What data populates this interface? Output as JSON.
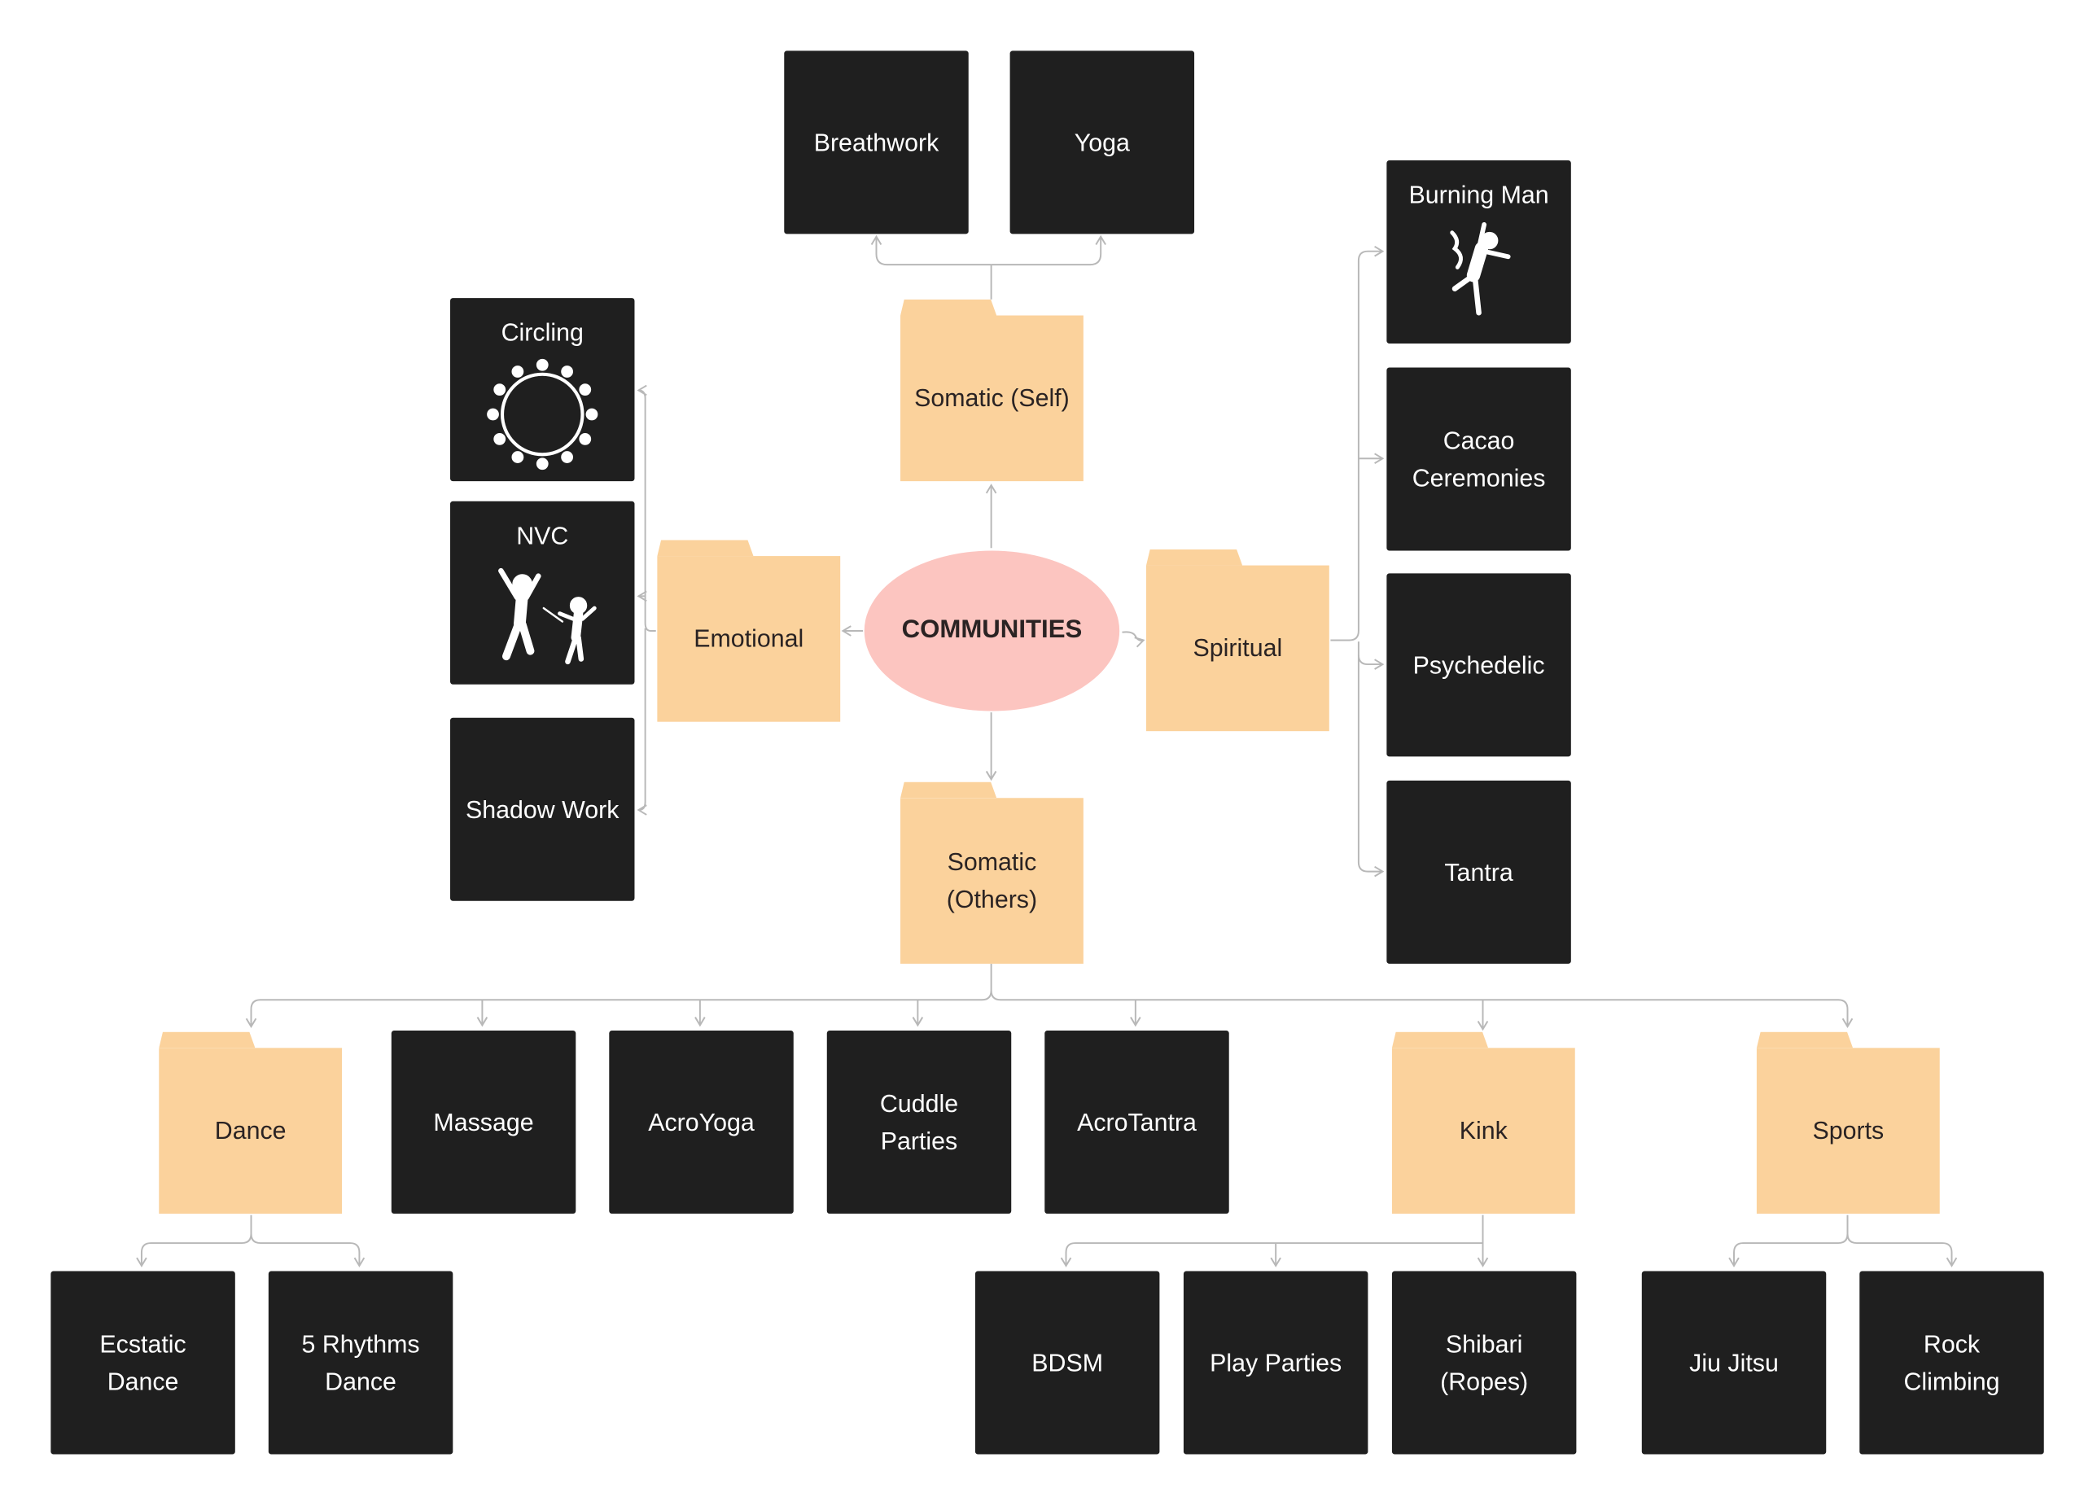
{
  "root": "COMMUNITIES",
  "categories": {
    "somatic_self": "Somatic (Self)",
    "emotional": "Emotional",
    "spiritual": "Spiritual",
    "somatic_others": "Somatic (Others)",
    "dance": "Dance",
    "kink": "Kink",
    "sports": "Sports"
  },
  "somatic_self_items": [
    "Breathwork",
    "Yoga"
  ],
  "emotional_items": [
    "Circling",
    "NVC",
    "Shadow Work"
  ],
  "spiritual_items": [
    "Burning Man",
    "Cacao Ceremonies",
    "Psychedelic",
    "Tantra"
  ],
  "somatic_others_items": [
    "Massage",
    "AcroYoga",
    "Cuddle Parties",
    "AcroTantra"
  ],
  "dance_items": [
    "Ecstatic Dance",
    "5 Rhythms Dance"
  ],
  "kink_items": [
    "BDSM",
    "Play Parties",
    "Shibari (Ropes)"
  ],
  "sports_items": [
    "Jiu Jitsu",
    "Rock Climbing"
  ],
  "colors": {
    "folder": "#fbd29c",
    "card": "#1f1f1f",
    "root": "#fcc5c0",
    "connector": "#b8b8b8"
  }
}
